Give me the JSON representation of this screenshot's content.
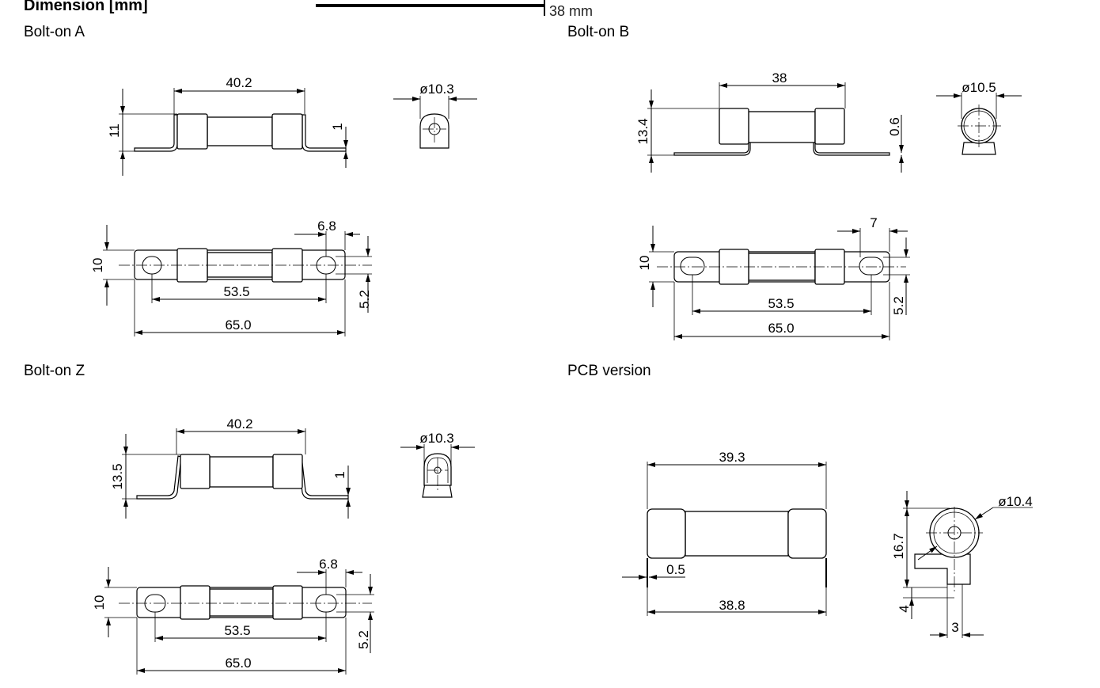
{
  "header": {
    "title": "Dimension [mm]",
    "scale_label": "38 mm"
  },
  "sections": {
    "a": "Bolt-on A",
    "b": "Bolt-on B",
    "z": "Bolt-on Z",
    "pcb": "PCB version"
  },
  "dims": {
    "a": {
      "body_len": "40.2",
      "height": "11",
      "tab_thk": "1",
      "dia": "ø10.3",
      "width": "10",
      "slot": "6.8",
      "hole_pitch": "53.5",
      "total_len": "65.0",
      "slot_w": "5.2"
    },
    "b": {
      "body_len": "38",
      "height": "13.4",
      "tab_thk": "0.6",
      "dia": "ø10.5",
      "width": "10",
      "slot": "7",
      "hole_pitch": "53.5",
      "total_len": "65.0",
      "slot_w": "5.2"
    },
    "z": {
      "body_len": "40.2",
      "height": "13.5",
      "tab_thk": "1",
      "dia": "ø10.3",
      "width": "10",
      "slot": "6.8",
      "hole_pitch": "53.5",
      "total_len": "65.0",
      "slot_w": "5.2"
    },
    "pcb": {
      "body_len": "39.3",
      "pin_dia": "0.5",
      "pin_pitch": "38.8",
      "dia": "ø10.4",
      "height": "16.7",
      "pin_len": "4",
      "offset": "3"
    }
  }
}
